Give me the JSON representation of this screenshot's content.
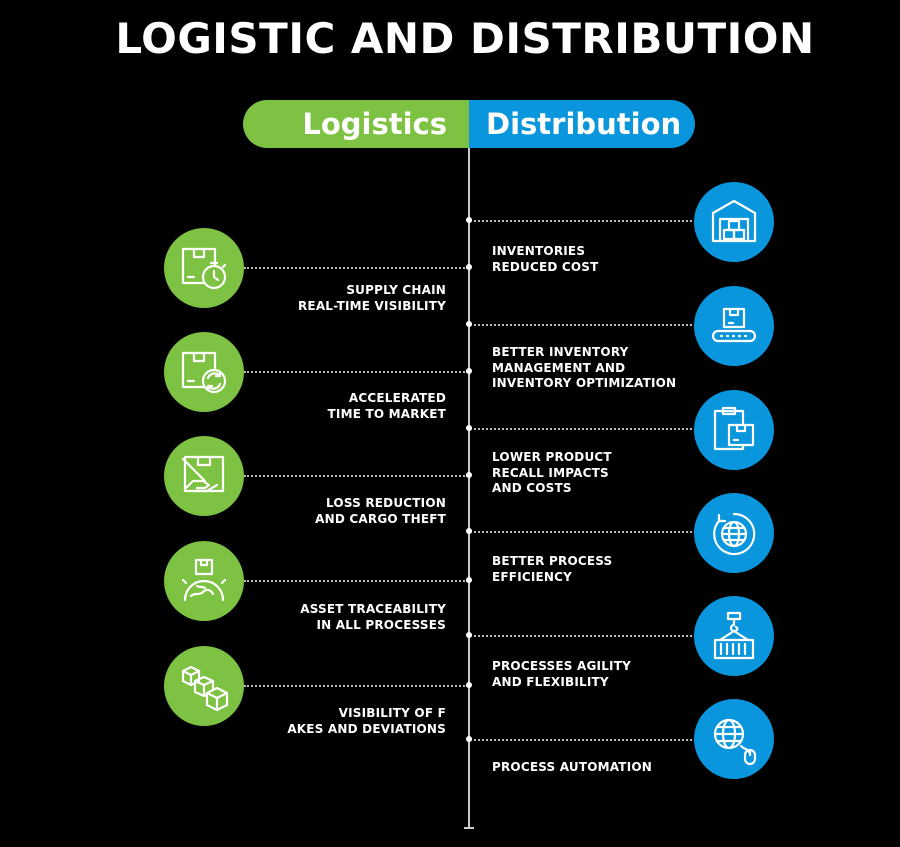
{
  "title": "LOGISTIC AND DISTRIBUTION",
  "colors": {
    "logistics": "#7dc242",
    "distribution": "#0a96dc",
    "background": "#000000"
  },
  "header": {
    "left_label": "Logistics",
    "right_label": "Distribution"
  },
  "logistics": [
    {
      "icon": "box-stopwatch-icon",
      "label": "SUPPLY CHAIN\nREAL-TIME VISIBILITY"
    },
    {
      "icon": "box-refresh-icon",
      "label": "ACCELERATED\nTIME TO MARKET"
    },
    {
      "icon": "box-hand-icon",
      "label": "LOSS REDUCTION\nAND CARGO THEFT"
    },
    {
      "icon": "box-globe-icon",
      "label": "ASSET TRACEABILITY\nIN ALL PROCESSES"
    },
    {
      "icon": "stacked-boxes-icon",
      "label": "VISIBILITY OF F\nAKES AND DEVIATIONS"
    }
  ],
  "distribution": [
    {
      "icon": "warehouse-icon",
      "label": "INVENTORIES\nREDUCED COST"
    },
    {
      "icon": "conveyor-box-icon",
      "label": "BETTER INVENTORY\nMANAGEMENT AND\nINVENTORY OPTIMIZATION"
    },
    {
      "icon": "clipboard-box-icon",
      "label": "LOWER PRODUCT\nRECALL IMPACTS\nAND COSTS"
    },
    {
      "icon": "globe-cycle-icon",
      "label": "BETTER PROCESS\nEFFICIENCY"
    },
    {
      "icon": "crane-container-icon",
      "label": "PROCESSES AGILITY\nAND FLEXIBILITY"
    },
    {
      "icon": "globe-mouse-icon",
      "label": "PROCESS AUTOMATION"
    }
  ]
}
